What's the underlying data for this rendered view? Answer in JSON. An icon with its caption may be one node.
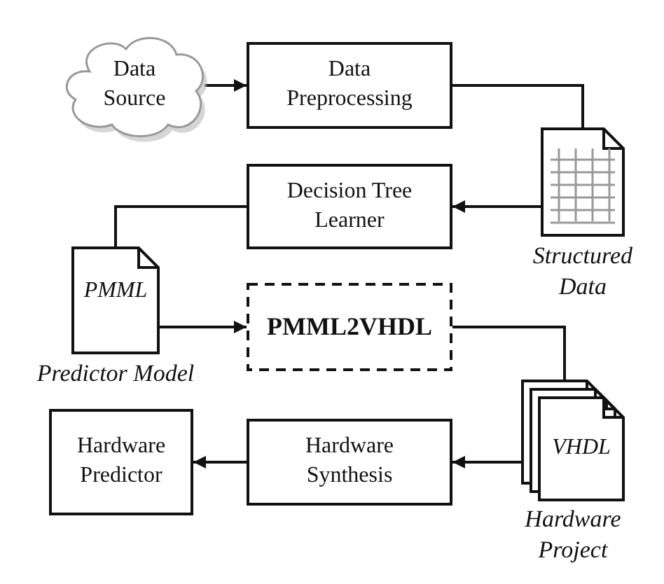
{
  "diagram": {
    "nodes": [
      {
        "text": [
          "Data Source"
        ]
      },
      {
        "text": [
          "Data Preprocessing"
        ]
      },
      {
        "text": [],
        "shape": "document",
        "beside": [
          "Structured Data"
        ]
      },
      {
        "text": [
          "Decision Tree Learner"
        ]
      },
      {
        "text": [
          "PMML"
        ],
        "beside": [
          "Predictor Model"
        ]
      },
      {
        "text": [
          "PMML2VHDL"
        ]
      },
      {
        "text": [
          "VHDL"
        ],
        "beside": [
          "Hardware Project"
        ]
      },
      {
        "text": [
          "Hardware Synthesis"
        ]
      },
      {
        "text": [
          "Hardware Predictor"
        ]
      }
    ],
    "edges": [
      {
        "from": 0,
        "to": 1,
        "arrow": "to"
      },
      {
        "from": 1,
        "to": 2,
        "arrow": "none"
      },
      {
        "from": 2,
        "to": 3,
        "arrow": "to"
      },
      {
        "from": 3,
        "to": 4,
        "arrow": "none"
      },
      {
        "from": 4,
        "to": 5,
        "arrow": "to"
      },
      {
        "from": 5,
        "to": 6,
        "arrow": "none"
      },
      {
        "from": 6,
        "to": 7,
        "arrow": "to"
      },
      {
        "from": 7,
        "to": 8,
        "arrow": "to"
      }
    ]
  }
}
